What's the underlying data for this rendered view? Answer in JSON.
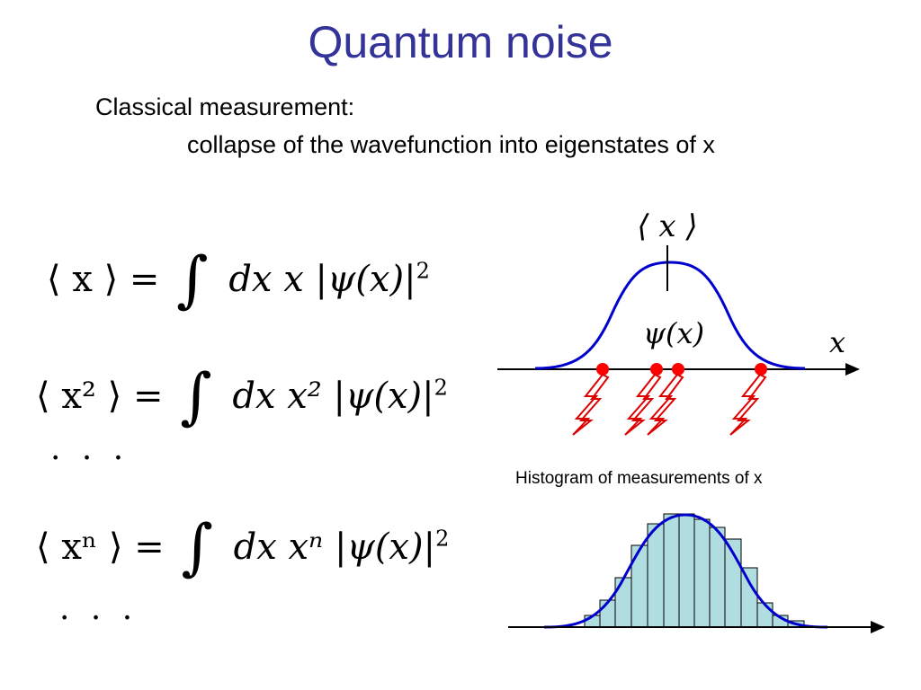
{
  "slide": {
    "title": "Quantum noise",
    "subtitle_line1": "Classical measurement:",
    "subtitle_line2": "collapse of the wavefunction into eigenstates of x"
  },
  "equations": {
    "eq1": {
      "lhs": "⟨ x ⟩ =",
      "rhs": "dx x |ψ(x)|",
      "power": "2"
    },
    "eq2": {
      "lhs": "⟨ x² ⟩ =",
      "rhs": "dx x² |ψ(x)|",
      "power": "2"
    },
    "dots1": "· · ·",
    "eq3": {
      "lhs": "⟨ xⁿ ⟩ =",
      "rhs": "dx xⁿ |ψ(x)|",
      "power": "2"
    },
    "dots2": "· · ·"
  },
  "diagram": {
    "expectation_label": "⟨ x ⟩",
    "psi_label": "ψ(x)",
    "axis_label": "x",
    "curve_color": "#0000cc",
    "marker_color": "#ff0000"
  },
  "histogram": {
    "caption": "Histogram of measurements of x",
    "bar_fill": "#b0dde0"
  }
}
